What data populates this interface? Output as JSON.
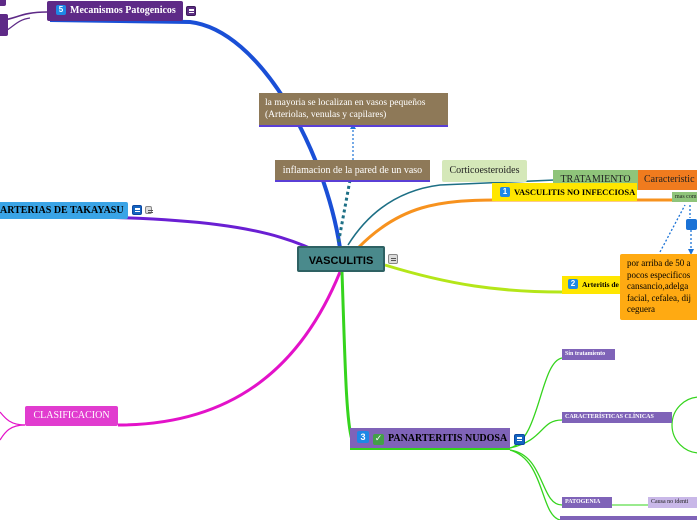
{
  "nodes": {
    "center": "VASCULITIS",
    "mecanismos": "Mecanismos Patogenicos",
    "mecanismos_num": "5",
    "takayasu": "ARTERIAS DE TAKAYASU",
    "clasificacion": "CLASIFICACION",
    "vasos_pequenos": "la mayoria se localizan en vasos pequeños (Arteriolas, venulas y capilares)",
    "inflamacion": "inflamacion de la pared de un vaso",
    "corticoesteroides": "Corticoesteroides",
    "tratamiento": "TRATAMIENTO",
    "caracteristicas": "Caracteristic",
    "vasculitis_no_inf": "VASCULITIS NO INFECCIOSA",
    "vasculitis_no_inf_num": "1",
    "arteritis": "Arteritis de",
    "arteritis_num": "2",
    "small_green": "mas com",
    "sintomas": "por arriba de 50 a pocos especificos cansancio,adelga facial, cefalea, dij ceguera",
    "panarteritis": "PANARTERITIS NUDOSA",
    "panarteritis_num": "3",
    "sin_tratamiento": "Sin tratamiento",
    "caracteristicas_clinicas": "CARACTERÍSTICAS CLÍNICAS",
    "patogenia": "PATOGENIA",
    "causa": "Causa no identi"
  },
  "colors": {
    "center_bg": "#4a8a8c",
    "mecanismos_bg": "#5e2a87",
    "takayasu_bg": "#3aa4e6",
    "clasificacion_bg": "#e13ccf",
    "tan_bg": "#8e7958",
    "cortico_bg": "#d5e8b9",
    "tratamiento_bg": "#8fc47a",
    "orange_bg": "#f07b1e",
    "yellow_bg": "#ffe600",
    "sintomas_bg": "#ffaa12",
    "purple_bg": "#7f63b8",
    "branch_blue": "#1a4fd6",
    "branch_purple": "#6a1fd3",
    "branch_magenta": "#e312c9",
    "branch_green": "#35d41d",
    "branch_orange": "#f7921e",
    "branch_yellowgreen": "#b4e619",
    "branch_teal": "#1d6f85"
  },
  "icons": [
    "note-icon",
    "check-icon",
    "number-badge-icon"
  ]
}
